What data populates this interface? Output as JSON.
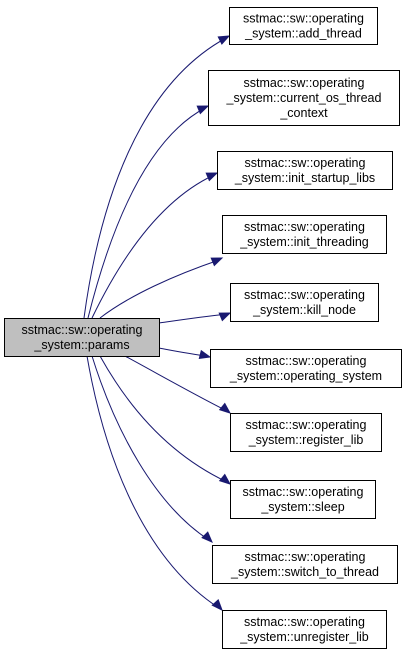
{
  "graph": {
    "root": {
      "lines": [
        "sstmac::sw::operating",
        "_system::params"
      ],
      "highlighted": true
    },
    "callees": [
      {
        "lines": [
          "sstmac::sw::operating",
          "_system::add_thread"
        ]
      },
      {
        "lines": [
          "sstmac::sw::operating",
          "_system::current_os_thread",
          "_context"
        ]
      },
      {
        "lines": [
          "sstmac::sw::operating",
          "_system::init_startup_libs"
        ]
      },
      {
        "lines": [
          "sstmac::sw::operating",
          "_system::init_threading"
        ]
      },
      {
        "lines": [
          "sstmac::sw::operating",
          "_system::kill_node"
        ]
      },
      {
        "lines": [
          "sstmac::sw::operating",
          "_system::operating_system"
        ]
      },
      {
        "lines": [
          "sstmac::sw::operating",
          "_system::register_lib"
        ]
      },
      {
        "lines": [
          "sstmac::sw::operating",
          "_system::sleep"
        ]
      },
      {
        "lines": [
          "sstmac::sw::operating",
          "_system::switch_to_thread"
        ]
      },
      {
        "lines": [
          "sstmac::sw::operating",
          "_system::unregister_lib"
        ]
      }
    ]
  },
  "colors": {
    "root_fill": "#bfbfbf",
    "node_fill": "#ffffff",
    "node_border": "#000000",
    "edge": "#191970"
  }
}
